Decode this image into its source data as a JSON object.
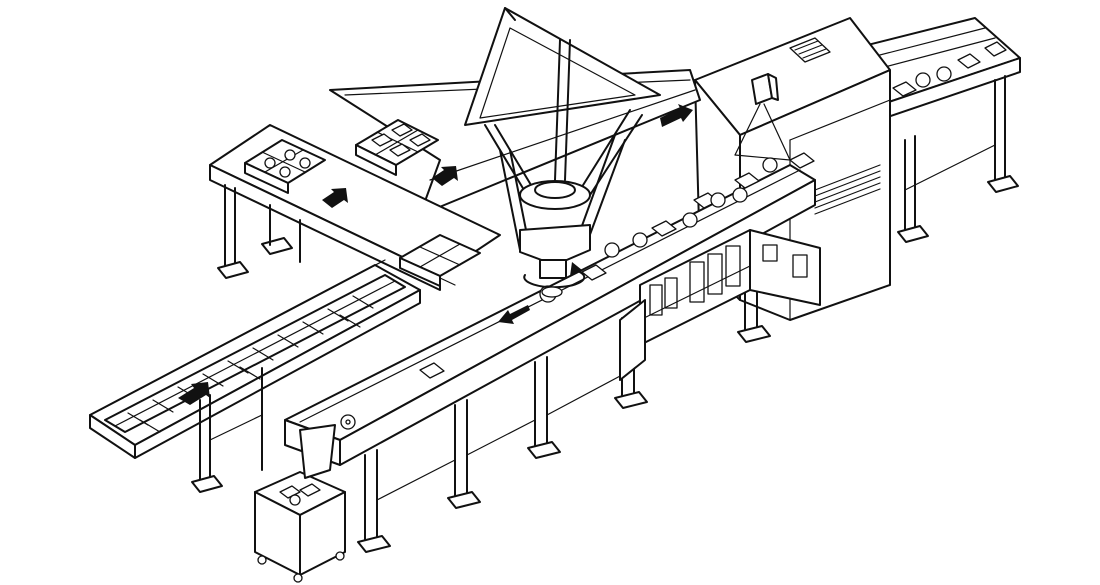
{
  "title": "",
  "caption": "",
  "colors": {
    "line": "#111111",
    "background": "#ffffff"
  },
  "flow_arrows": [
    {
      "name": "arrow-top-right-conveyor",
      "direction": "left-down"
    },
    {
      "name": "arrow-return-conveyor-left",
      "direction": "left-up"
    },
    {
      "name": "arrow-return-conveyor-right",
      "direction": "left-up"
    },
    {
      "name": "arrow-main-conveyor",
      "direction": "left-down"
    },
    {
      "name": "arrow-tray-conveyor",
      "direction": "right-up"
    }
  ],
  "icons": [
    "delta-robot-icon",
    "conveyor-icon",
    "camera-icon",
    "control-cabinet-icon",
    "collection-bin-icon"
  ]
}
